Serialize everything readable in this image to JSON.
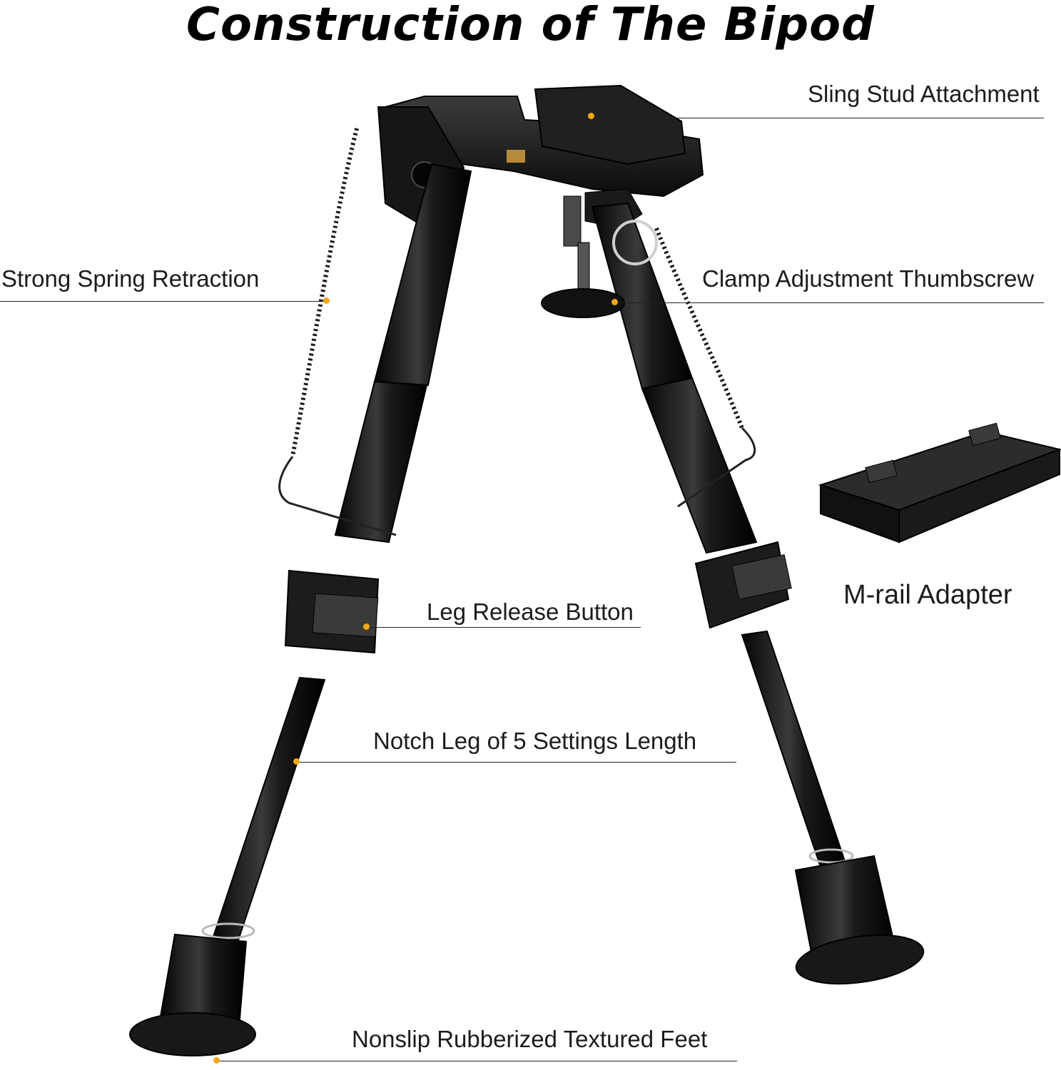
{
  "title": "Construction of The Bipod",
  "accent_color": "#f3a712",
  "product_color": "#141414",
  "callouts": {
    "sling_stud": "Sling Stud Attachment",
    "spring": "Strong Spring Retraction",
    "thumbscrew": "Clamp Adjustment Thumbscrew",
    "leg_release": "Leg Release Button",
    "notch_leg": "Notch Leg of 5 Settings Length",
    "feet": "Nonslip Rubberized Textured Feet"
  },
  "adapter_label": "M-rail Adapter"
}
